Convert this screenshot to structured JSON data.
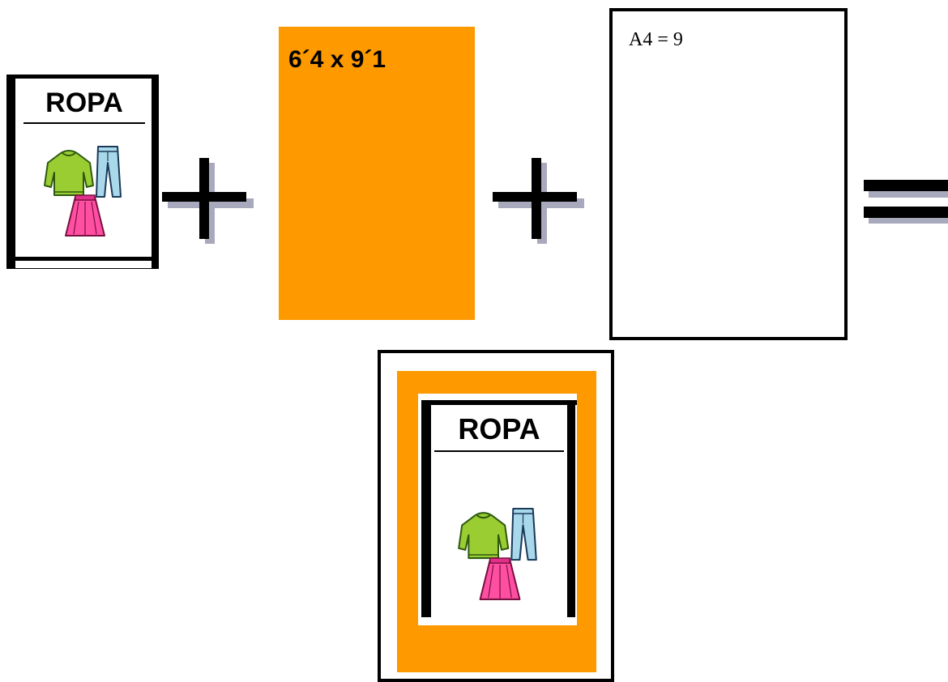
{
  "card_top": {
    "title": "ROPA",
    "icon": "clothes-icon"
  },
  "operator_plus_1": {
    "icon": "plus-icon"
  },
  "orange_sheet": {
    "label": "6´4 x 9´1",
    "color": "#ff9900"
  },
  "operator_plus_2": {
    "icon": "plus-icon"
  },
  "a4_sheet": {
    "label": "A4 = 9"
  },
  "operator_equals": {
    "icon": "equals-icon"
  },
  "result": {
    "card": {
      "title": "ROPA",
      "icon": "clothes-icon"
    },
    "background_color": "#ff9900"
  }
}
